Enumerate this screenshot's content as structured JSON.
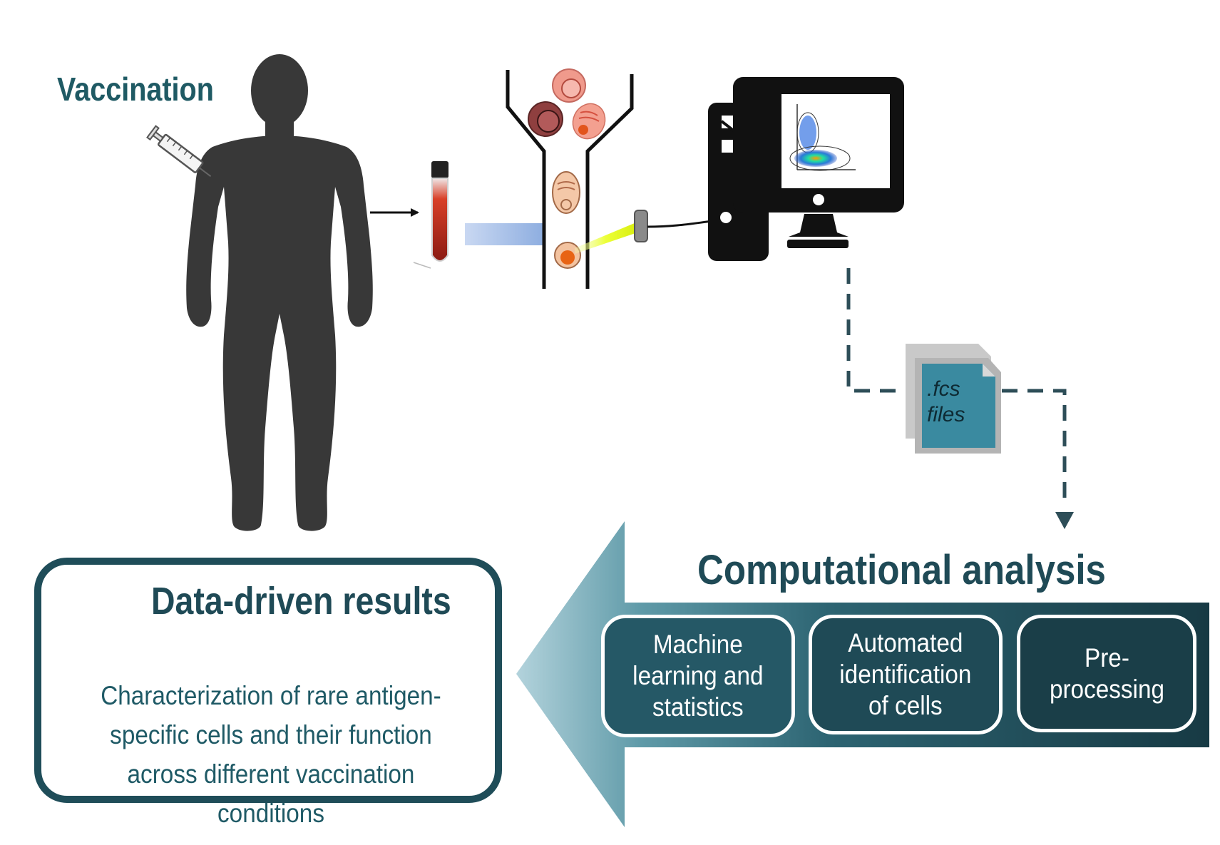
{
  "labels": {
    "vaccination": "Vaccination",
    "computational_analysis": "Computational analysis",
    "fcs_files": ".fcs\nfiles"
  },
  "results": {
    "title": "Data-driven results",
    "description": "Characterization of rare antigen-specific cells and their function across different vaccination conditions"
  },
  "steps": [
    {
      "label": "Machine\nlearning and\nstatistics"
    },
    {
      "label": "Automated\nidentification\nof cells"
    },
    {
      "label": "Pre-\nprocessing"
    }
  ],
  "colors": {
    "teal_dark": "#1f4a56",
    "teal_title": "#1f5a64",
    "file_blue": "#3a8aa0",
    "silhouette": "#383838"
  }
}
